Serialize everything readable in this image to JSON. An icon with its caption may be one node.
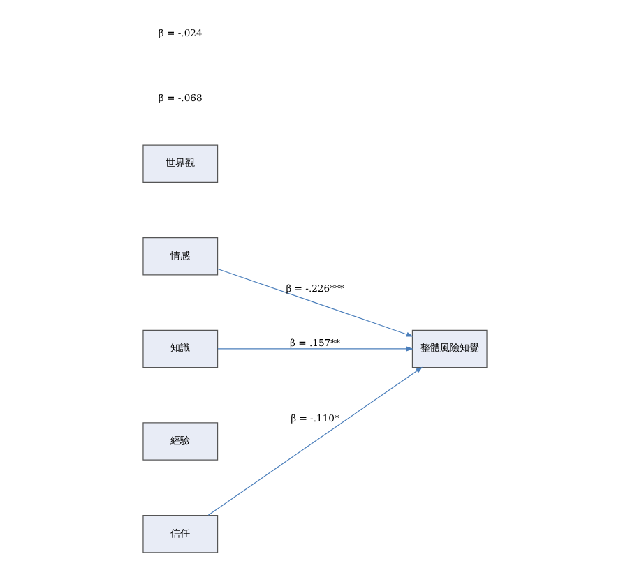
{
  "diagram": {
    "nodes": [
      {
        "text": [
          "世界觀"
        ]
      },
      {
        "text": [
          "情感"
        ]
      },
      {
        "text": [
          "知識"
        ]
      },
      {
        "text": [
          "經驗"
        ]
      },
      {
        "text": [
          "信任"
        ]
      },
      {
        "text": [
          "整體風險知覺"
        ]
      }
    ],
    "edges": [
      {
        "from": 1,
        "to": 5,
        "arrow": "to",
        "label": "β = -.226***"
      },
      {
        "from": 2,
        "to": 5,
        "arrow": "to",
        "label": "β = .157**"
      },
      {
        "from": 4,
        "to": 5,
        "arrow": "to",
        "label": "β = -.110*"
      }
    ],
    "labels": [
      "β = -.068",
      "β = -.024"
    ]
  }
}
